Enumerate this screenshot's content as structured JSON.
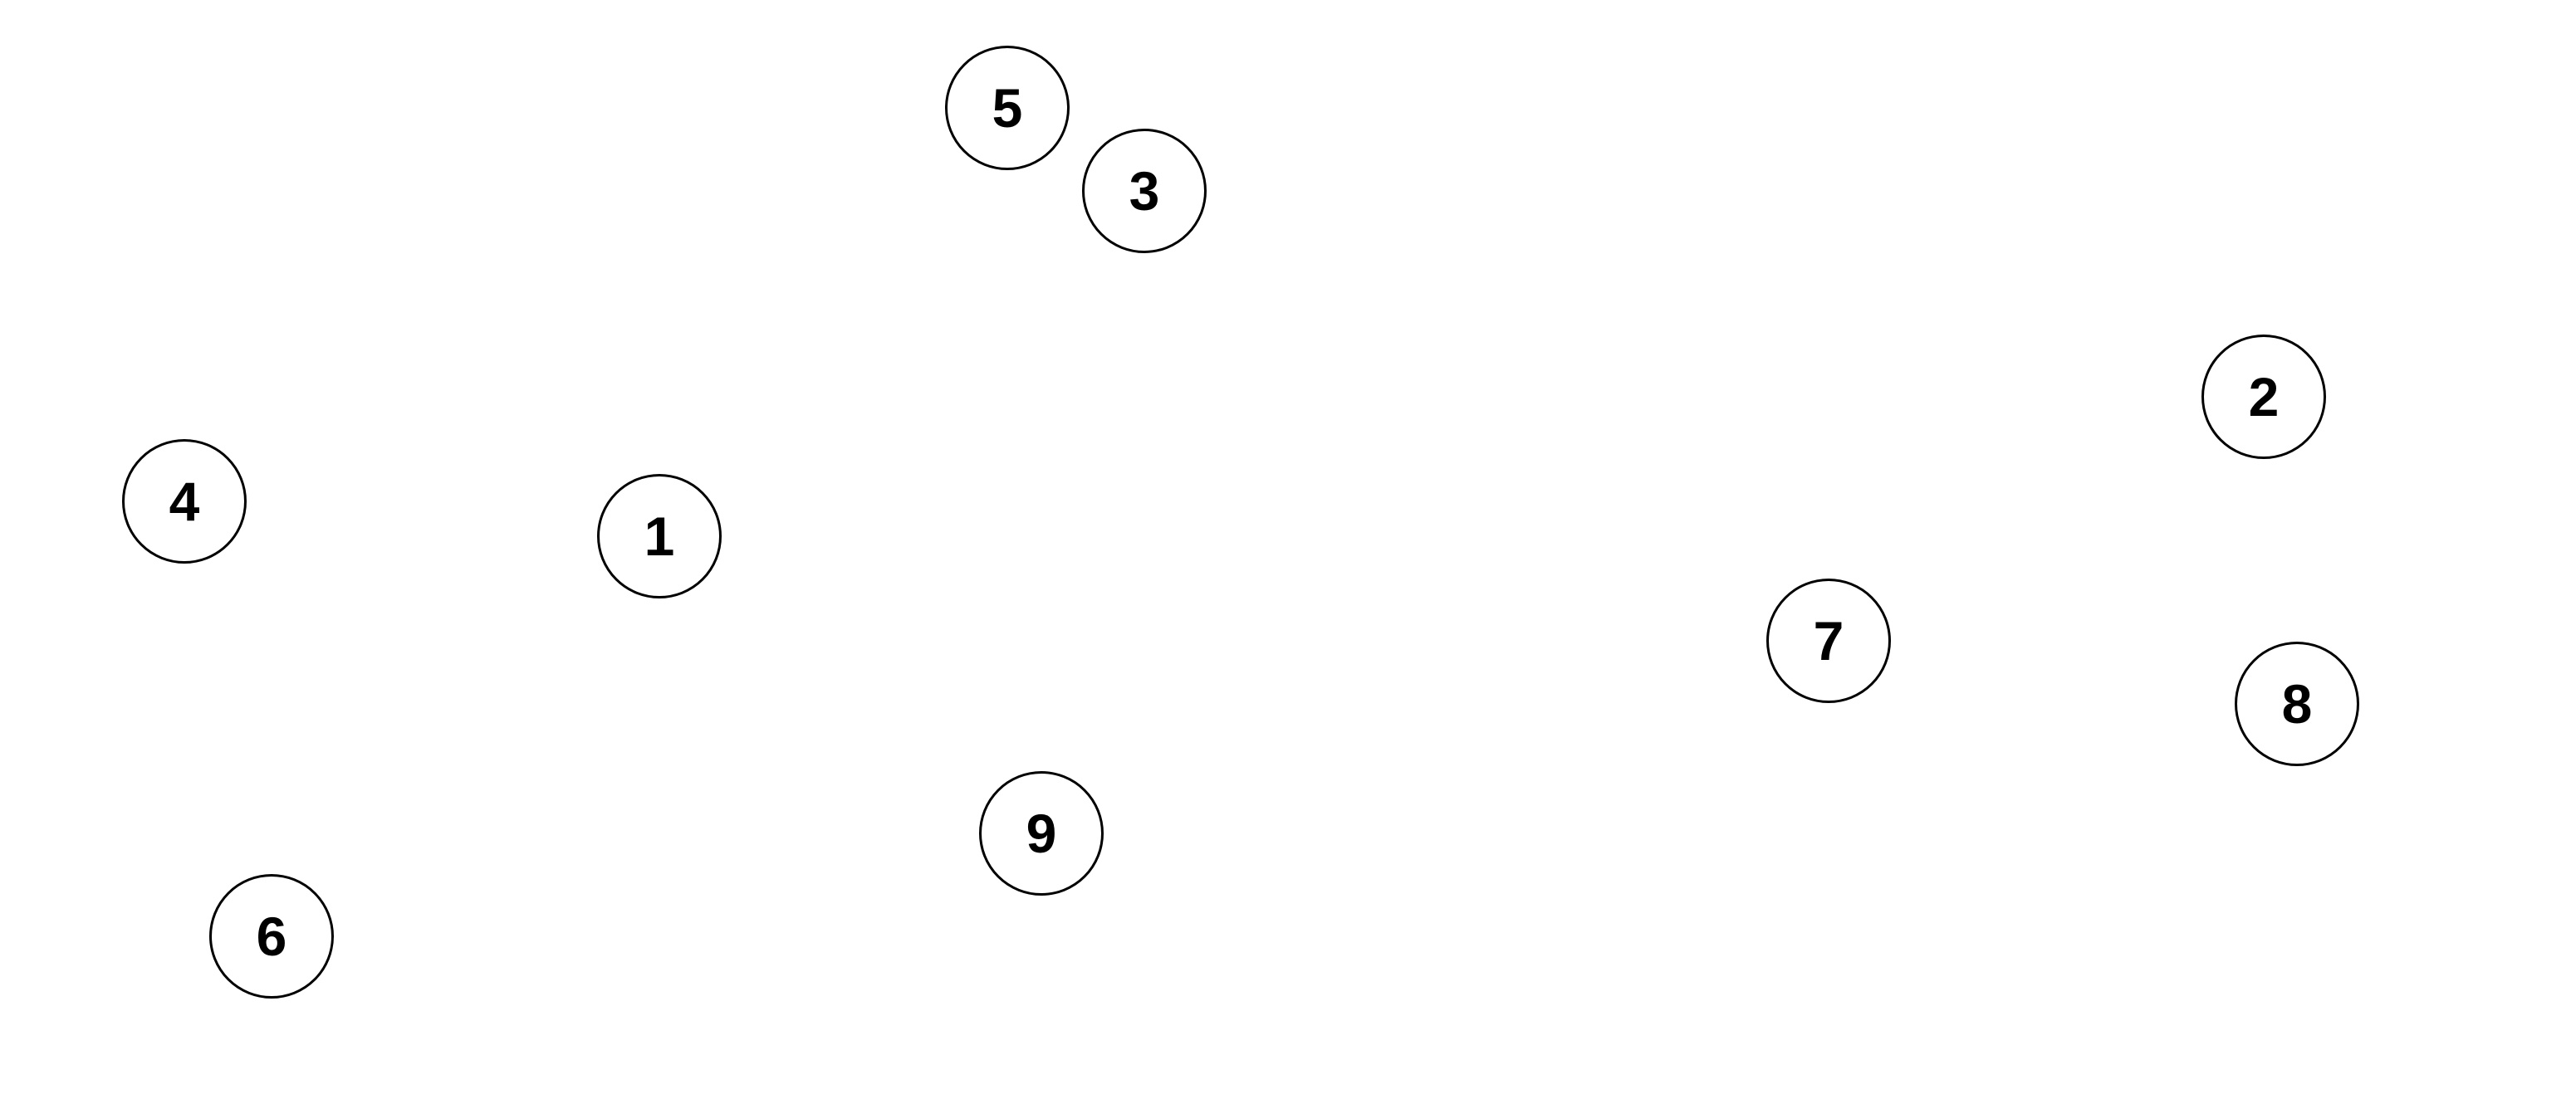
{
  "nodes": [
    {
      "id": "1",
      "label": "1"
    },
    {
      "id": "2",
      "label": "2"
    },
    {
      "id": "3",
      "label": "3"
    },
    {
      "id": "4",
      "label": "4"
    },
    {
      "id": "5",
      "label": "5"
    },
    {
      "id": "6",
      "label": "6"
    },
    {
      "id": "7",
      "label": "7"
    },
    {
      "id": "8",
      "label": "8"
    },
    {
      "id": "9",
      "label": "9"
    }
  ],
  "colors": {
    "background": "#ffffff",
    "stroke": "#000000",
    "text": "#000000"
  }
}
